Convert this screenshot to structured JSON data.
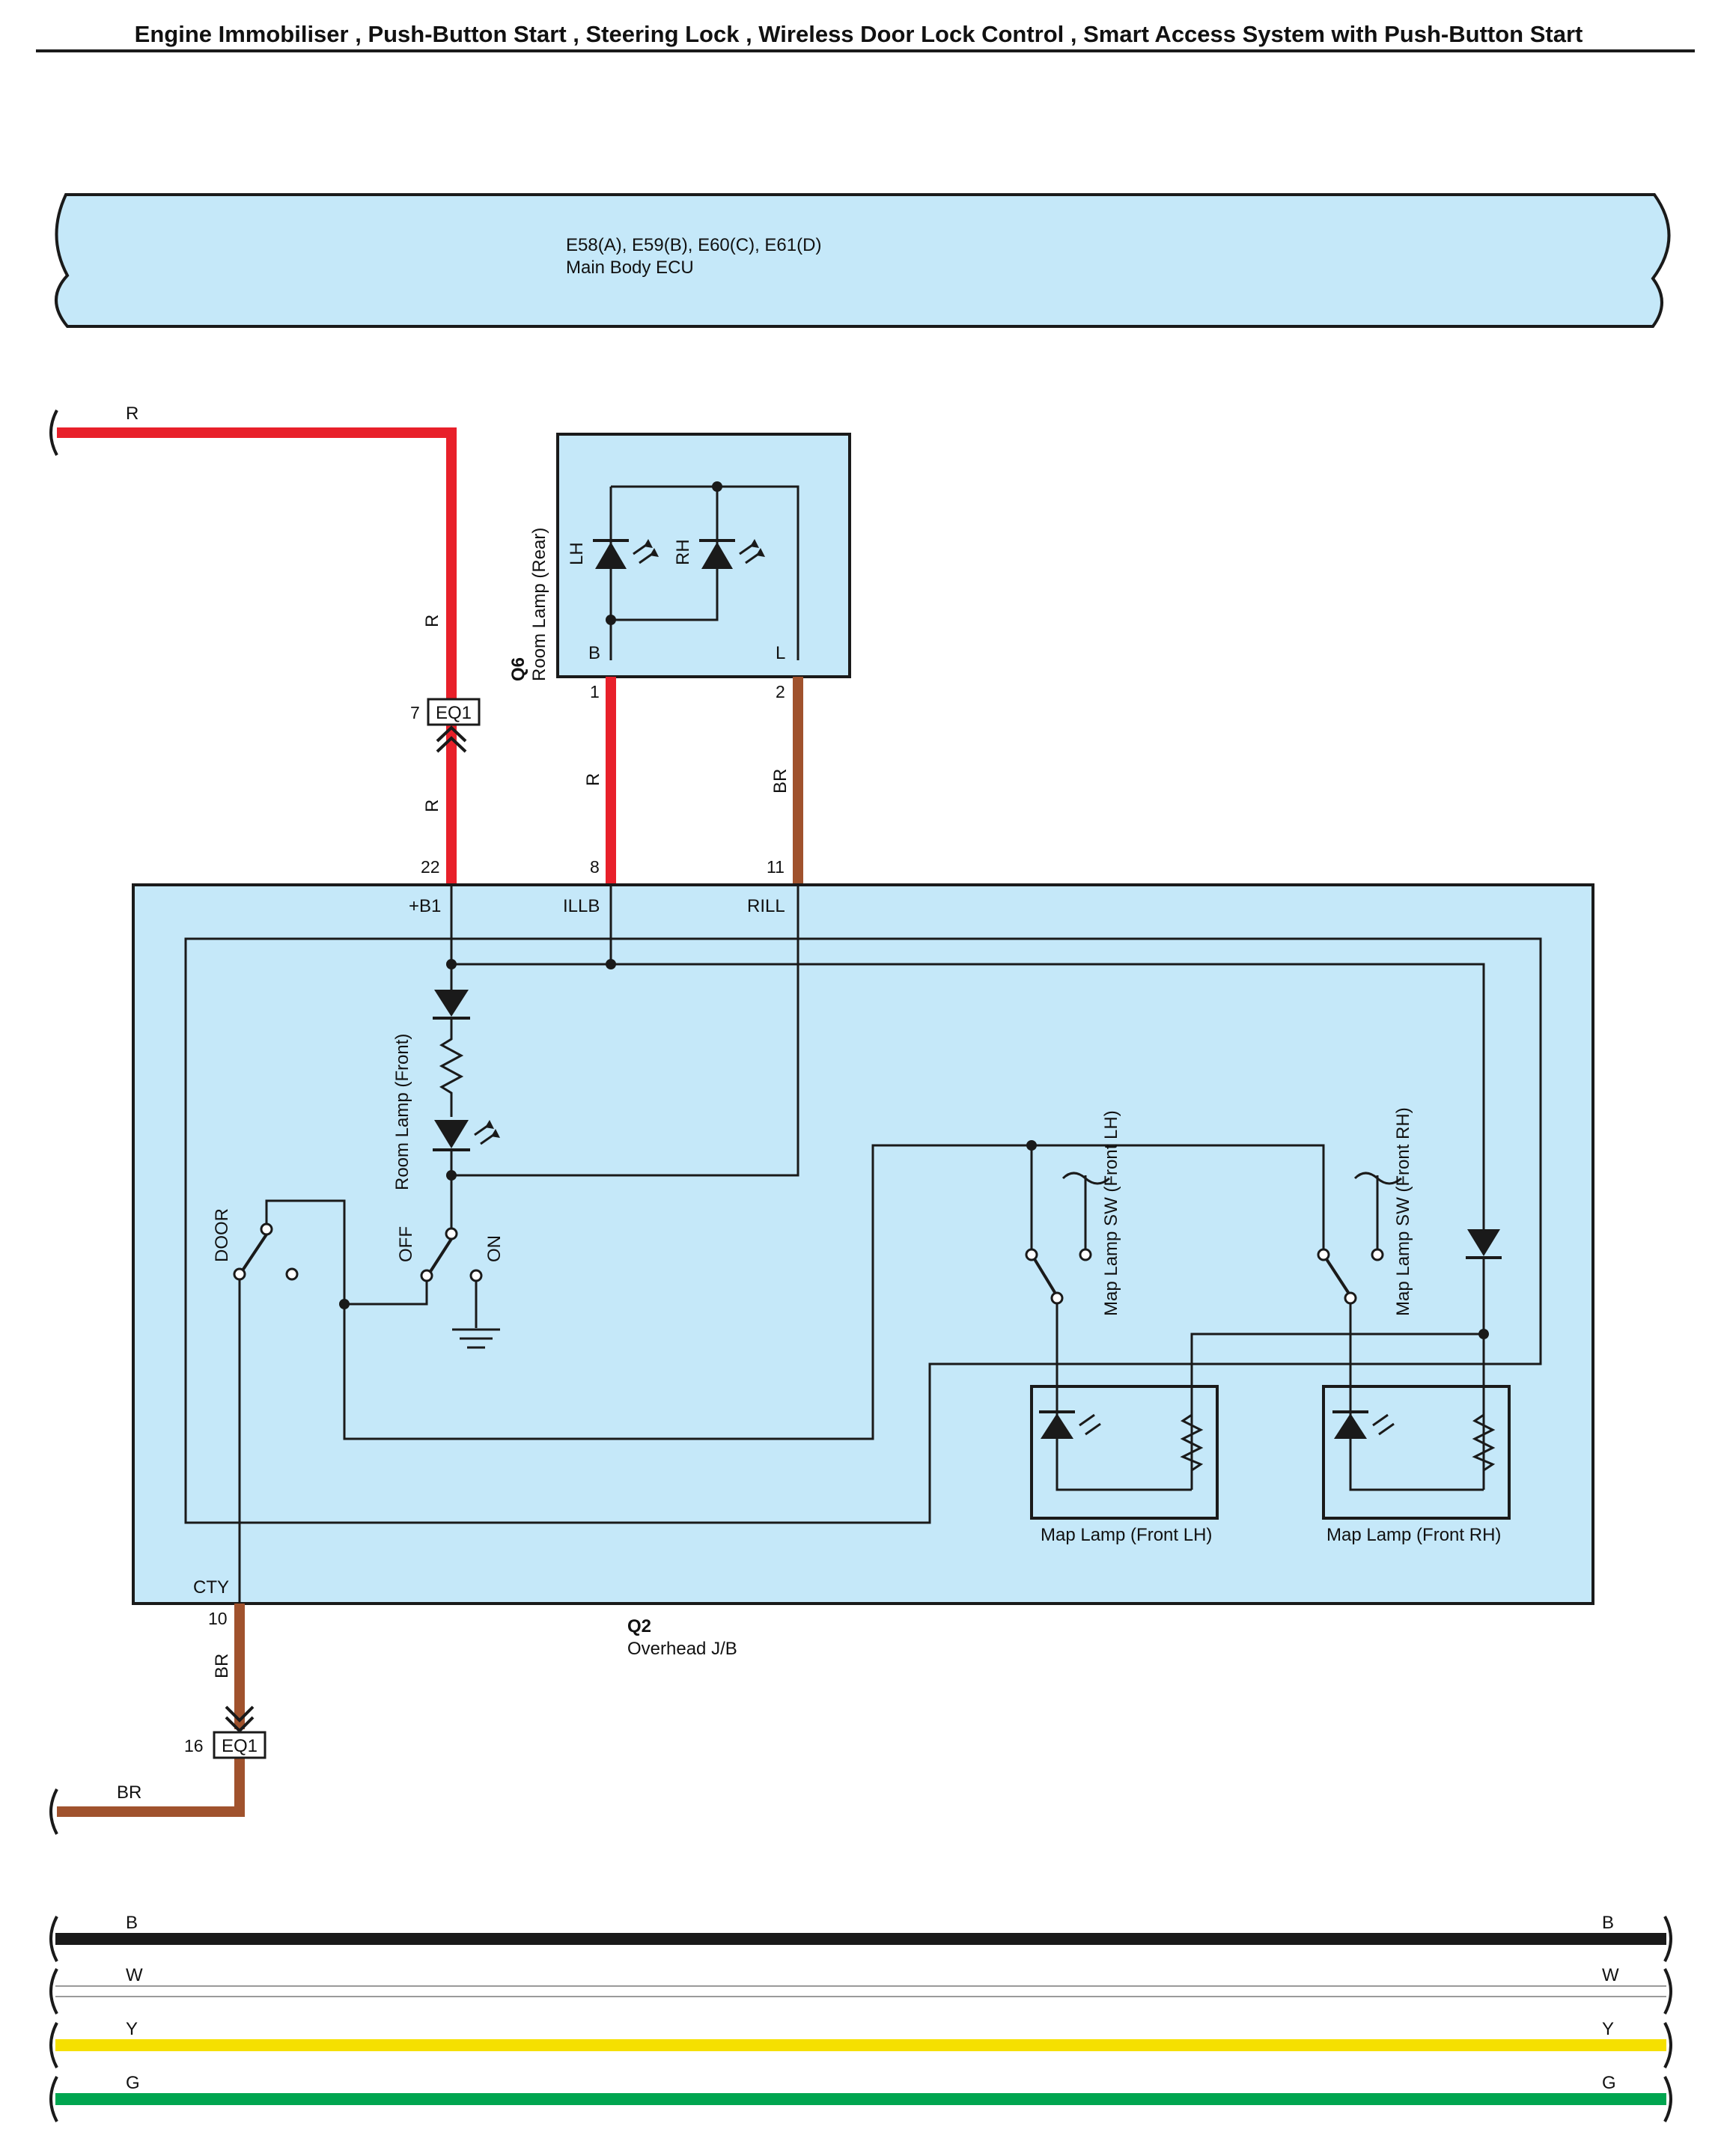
{
  "title": "Engine Immobiliser , Push-Button Start , Steering Lock , Wireless Door Lock Control , Smart Access System with Push-Button Start",
  "colors": {
    "R": "#e8202a",
    "BR": "#a0522d",
    "B": "#1a1a1a",
    "W": "#ffffff",
    "Y": "#f5e000",
    "G": "#00a550",
    "component": "#c5e8f9"
  },
  "ecu": {
    "connectors": "E58(A), E59(B), E60(C), E61(D)",
    "name": "Main Body ECU"
  },
  "room_lamp_rear": {
    "id": "Q6",
    "name": "Room Lamp (Rear)",
    "lh": "LH",
    "rh": "RH",
    "pin_b": "B",
    "pin_l": "L",
    "pin_b_num": "1",
    "pin_l_num": "2"
  },
  "overhead_jb": {
    "id": "Q2",
    "name": "Overhead J/B",
    "pins": {
      "b1": {
        "num": "22",
        "name": "+B1"
      },
      "illb": {
        "num": "8",
        "name": "ILLB"
      },
      "rill": {
        "num": "11",
        "name": "RILL"
      },
      "cty": {
        "num": "10",
        "name": "CTY"
      }
    },
    "room_lamp_front": "Room Lamp (Front)",
    "switch_door": "DOOR",
    "switch_off": "OFF",
    "switch_on": "ON",
    "map_sw_lh": "Map Lamp SW (Front LH)",
    "map_sw_rh": "Map Lamp SW (Front RH)",
    "map_lamp_lh": "Map Lamp (Front LH)",
    "map_lamp_rh": "Map Lamp (Front RH)"
  },
  "wires": {
    "r": "R",
    "br": "BR"
  },
  "connectors": {
    "eq1_top": {
      "name": "EQ1",
      "pin": "7"
    },
    "eq1_bottom": {
      "name": "EQ1",
      "pin": "16"
    }
  },
  "ground_bus": [
    {
      "label": "B",
      "color": "#1a1a1a"
    },
    {
      "label": "W",
      "color": "#ffffff"
    },
    {
      "label": "Y",
      "color": "#f5e000"
    },
    {
      "label": "G",
      "color": "#00a550"
    }
  ]
}
